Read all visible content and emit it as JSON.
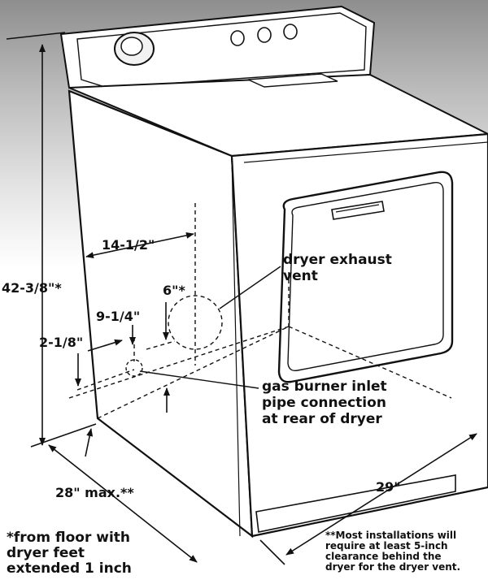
{
  "dimensions": {
    "height": "42-3/8\"*",
    "depth_top": "14-1/2\"",
    "vent_height": "6\"*",
    "inlet_depth": "9-1/4\"",
    "inlet_height": "2-1/8\"",
    "depth": "28\" max.**",
    "width": "29\""
  },
  "callouts": {
    "exhaust_vent": [
      "dryer exhaust",
      "vent"
    ],
    "gas_inlet": [
      "gas burner inlet",
      "pipe connection",
      "at rear of dryer"
    ]
  },
  "notes": {
    "floor": [
      "*from floor with",
      "dryer feet",
      "extended 1 inch"
    ],
    "clearance": [
      "**Most installations will",
      "require at least 5-inch",
      "clearance behind the",
      "dryer for the dryer vent."
    ]
  },
  "colors": {
    "line": "#111111",
    "background_top": "#8e8e8e",
    "panel": "#ffffff"
  }
}
